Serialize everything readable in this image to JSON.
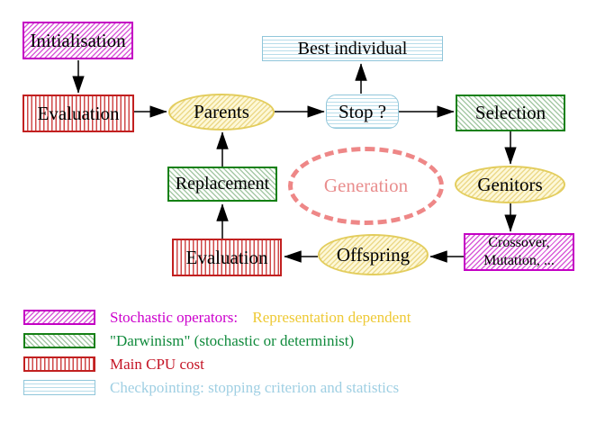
{
  "diagram": {
    "nodes": {
      "initialisation": "Initialisation",
      "evaluation_top": "Evaluation",
      "parents": "Parents",
      "best_individual": "Best individual",
      "stop": "Stop ?",
      "selection": "Selection",
      "genitors": "Genitors",
      "crossover_mutation": "Crossover,\nMutation, ...",
      "offspring": "Offspring",
      "evaluation_bottom": "Evaluation",
      "replacement": "Replacement",
      "generation_label": "Generation"
    },
    "edges": [
      {
        "from": "Initialisation",
        "to": "Evaluation"
      },
      {
        "from": "Evaluation",
        "to": "Parents"
      },
      {
        "from": "Parents",
        "to": "Stop ?"
      },
      {
        "from": "Stop ?",
        "to": "Best individual"
      },
      {
        "from": "Stop ?",
        "to": "Selection"
      },
      {
        "from": "Selection",
        "to": "Genitors"
      },
      {
        "from": "Genitors",
        "to": "Crossover, Mutation, ..."
      },
      {
        "from": "Crossover, Mutation, ...",
        "to": "Offspring"
      },
      {
        "from": "Offspring",
        "to": "Evaluation"
      },
      {
        "from": "Evaluation",
        "to": "Replacement"
      },
      {
        "from": "Replacement",
        "to": "Parents"
      }
    ]
  },
  "legend": {
    "items": [
      {
        "swatch": "magenta-diagonal-hatch",
        "parts": [
          {
            "text": "Stochastic operators:",
            "color": "#cc00cc"
          },
          {
            "text": "Representation dependent",
            "color": "#eec935"
          }
        ]
      },
      {
        "swatch": "green-diagonal-hatch",
        "parts": [
          {
            "text": "\"Darwinism\" (stochastic or determinist)",
            "color": "#108a3c"
          }
        ]
      },
      {
        "swatch": "red-vertical-stripes",
        "parts": [
          {
            "text": "Main CPU cost",
            "color": "#c41425"
          }
        ]
      },
      {
        "swatch": "cyan-horizontal-stripes",
        "parts": [
          {
            "text": "Checkpointing: stopping criterion and statistics",
            "color": "#9fcfe3"
          }
        ]
      }
    ]
  },
  "colors": {
    "magenta_hatch": "#cc00cc",
    "green_hatch_border": "#148014",
    "red_stripe": "#c22020",
    "cyan_stripe": "#b6dcea",
    "yellow_node_border": "#e3cd5d",
    "yellow_node_fill": "#fdf8d8",
    "generation_dash": "#ee8787",
    "generation_text": "#e98e8e",
    "arrow": "#000000"
  }
}
